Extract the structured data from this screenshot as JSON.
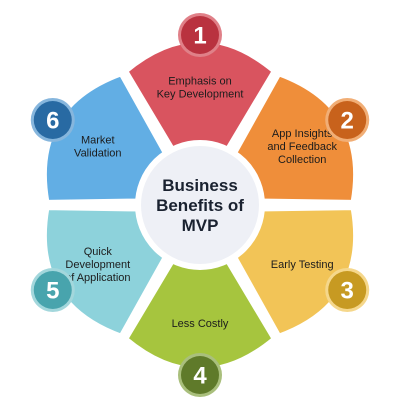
{
  "center": {
    "lines": [
      "Business",
      "Benefits of",
      "MVP"
    ],
    "fill": "#eef0f6",
    "stroke": "#ffffff"
  },
  "segments": [
    {
      "number": "1",
      "lines": [
        "Emphasis on",
        "Key Development"
      ],
      "color": "#d9545f",
      "badge": "#b9323f",
      "badge_ring": "#e08088"
    },
    {
      "number": "2",
      "lines": [
        "App Insights",
        "and Feedback",
        "Collection"
      ],
      "color": "#ef8e3a",
      "badge": "#c8621c",
      "badge_ring": "#f1ae76"
    },
    {
      "number": "3",
      "lines": [
        "Early Testing"
      ],
      "color": "#f2c457",
      "badge": "#c79a22",
      "badge_ring": "#f5d78b"
    },
    {
      "number": "4",
      "lines": [
        "Less Costly"
      ],
      "color": "#a6c53e",
      "badge": "#5f7a2a",
      "badge_ring": "#a9bf7c"
    },
    {
      "number": "5",
      "lines": [
        "Quick",
        "Development",
        "of Application"
      ],
      "color": "#8dd2db",
      "badge": "#48a4ad",
      "badge_ring": "#a3d7dc"
    },
    {
      "number": "6",
      "lines": [
        "Market",
        "Validation"
      ],
      "color": "#62aee4",
      "badge": "#286aa3",
      "badge_ring": "#86b6dd"
    }
  ]
}
